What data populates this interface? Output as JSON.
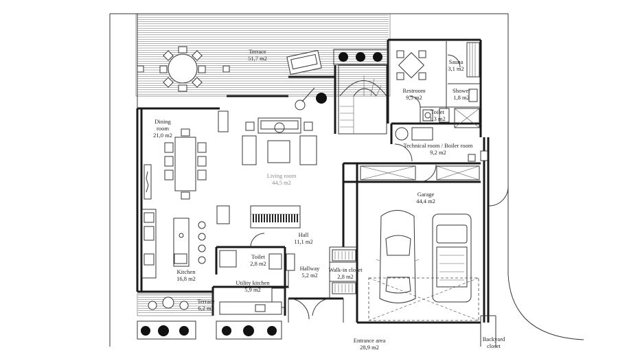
{
  "rooms": {
    "terrace_top": {
      "name": "Terrace",
      "area": "51,7 m2"
    },
    "sauna": {
      "name": "Sauna",
      "area": "3,1 m2"
    },
    "restroom": {
      "name": "Restroom",
      "area": "9,5 m2"
    },
    "shower": {
      "name": "Shower",
      "area": "1,8 m2"
    },
    "toilet_top": {
      "name": "Toilet",
      "area": "1,3 m2"
    },
    "technical": {
      "name": "Technical room / Boiler room",
      "area": "9,2 m2"
    },
    "dining": {
      "name": "Dining room",
      "name_line1": "Dining",
      "name_line2": "room",
      "area": "21,0 m2"
    },
    "living": {
      "name": "Living room",
      "area": "44,5 m2"
    },
    "garage": {
      "name": "Garage",
      "area": "44,4 m2"
    },
    "hall": {
      "name": "Hall",
      "area": "11,1 m2"
    },
    "toilet_mid": {
      "name": "Toilet",
      "area": "2,8 m2"
    },
    "hallway": {
      "name": "Hallway",
      "area": "5,2 m2"
    },
    "walkin": {
      "name": "Walk-in closet",
      "area": "2,8 m2"
    },
    "kitchen": {
      "name": "Kitchen",
      "area": "16,8 m2"
    },
    "utility": {
      "name": "Utility kitchen",
      "area": "5,9 m2"
    },
    "terrace_bottom": {
      "name": "Terrace",
      "area": "6,2 m2"
    },
    "entrance": {
      "name": "Entrance area",
      "area": "28,9 m2"
    },
    "backyard": {
      "name": "Backyard",
      "area": "closet"
    }
  },
  "colors": {
    "wall": "#1a1a1a",
    "line": "#333333",
    "label_dim": "#8a8a8a"
  }
}
